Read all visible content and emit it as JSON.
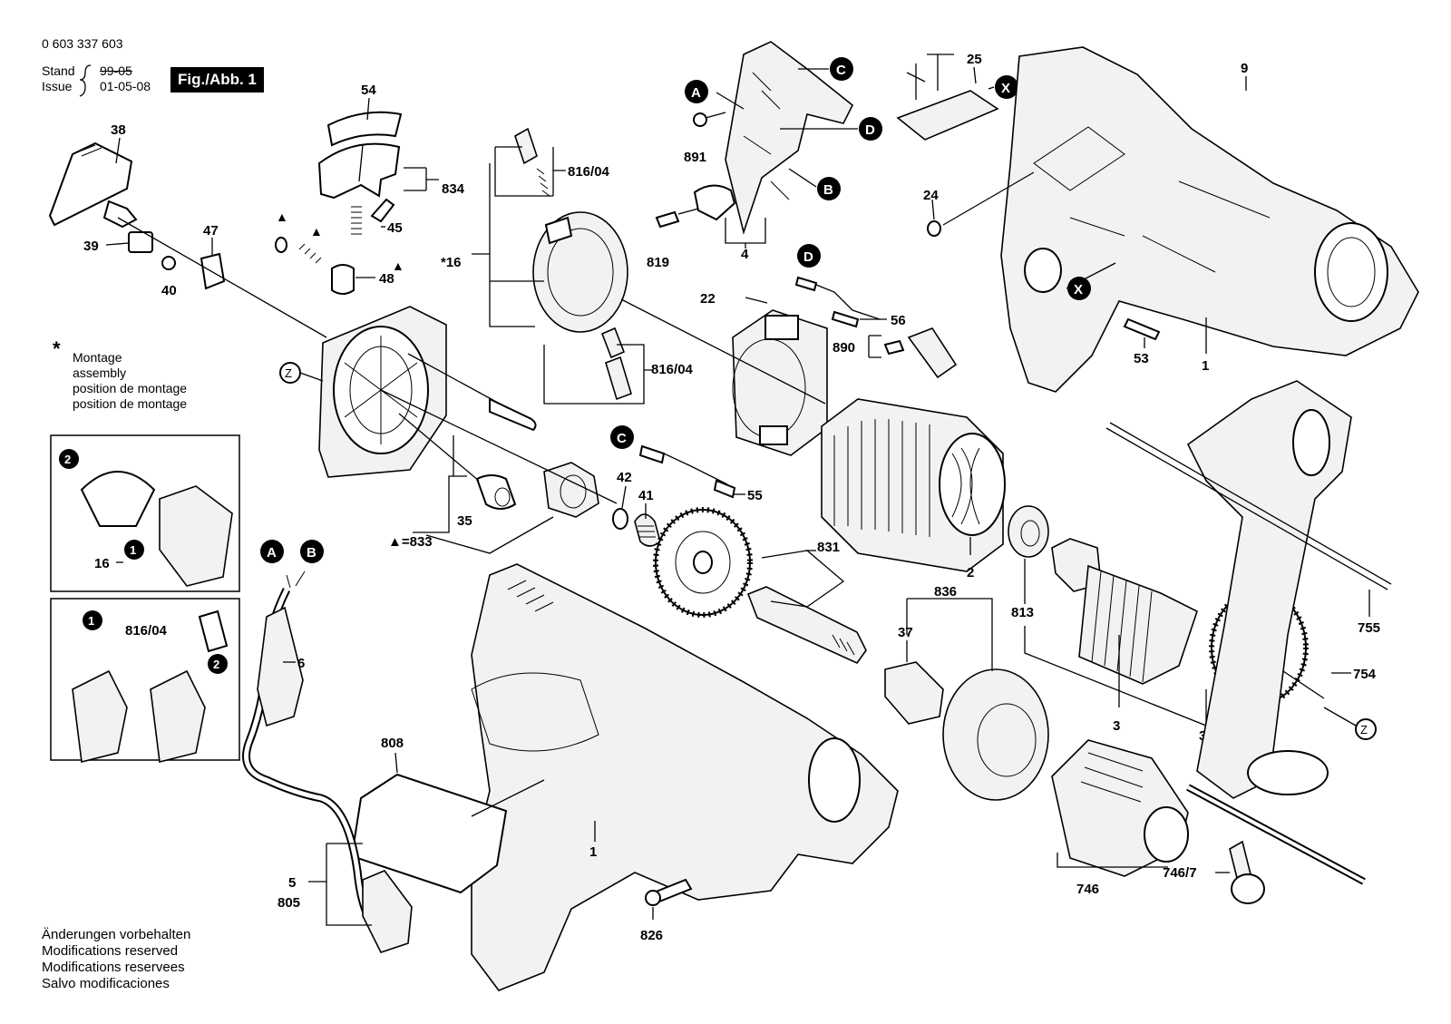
{
  "header": {
    "part_number": "0 603 337 603",
    "stand_label": "Stand",
    "issue_label": "Issue",
    "stand_date": "99-05",
    "issue_date": "01-05-08",
    "figure_label": "Fig./Abb. 1"
  },
  "legend": {
    "star": "*",
    "lines": [
      "Montage",
      "assembly",
      "position de montage",
      "position de montage"
    ]
  },
  "footer": {
    "lines": [
      "Änderungen vorbehalten",
      "Modifications reserved",
      "Modifications reservees",
      "Salvo modificaciones"
    ]
  },
  "callouts": {
    "A": "A",
    "B": "B",
    "C": "C",
    "D": "D",
    "X": "X",
    "Z": "Z"
  },
  "step_badges": [
    "2",
    "1",
    "1",
    "2"
  ],
  "part_labels": {
    "p54": "54",
    "p38": "38",
    "p834": "834",
    "p45": "45",
    "p39": "39",
    "p47": "47",
    "p40": "40",
    "p48": "48",
    "p816a": "816/04",
    "p16": "*16",
    "p816b": "816/04",
    "p891": "891",
    "p819": "819",
    "p4": "4",
    "p25": "25",
    "p9": "9",
    "p24": "24",
    "p22": "22",
    "p56": "56",
    "p890": "890",
    "p53": "53",
    "p1a": "1",
    "p35": "35",
    "p833": "▲=833",
    "p42": "42",
    "p41": "41",
    "p55": "55",
    "p831": "831",
    "p2": "2",
    "p813": "813",
    "p755": "755",
    "p16b": "16",
    "p816c": "816/04",
    "p6": "6",
    "p836": "836",
    "p37": "37",
    "p754": "754",
    "p3": "3",
    "p350": "3/50",
    "p808": "808",
    "p1b": "1",
    "p5": "5",
    "p805": "805",
    "p826": "826",
    "p746": "746",
    "p7467": "746/7"
  },
  "tri": "▲"
}
